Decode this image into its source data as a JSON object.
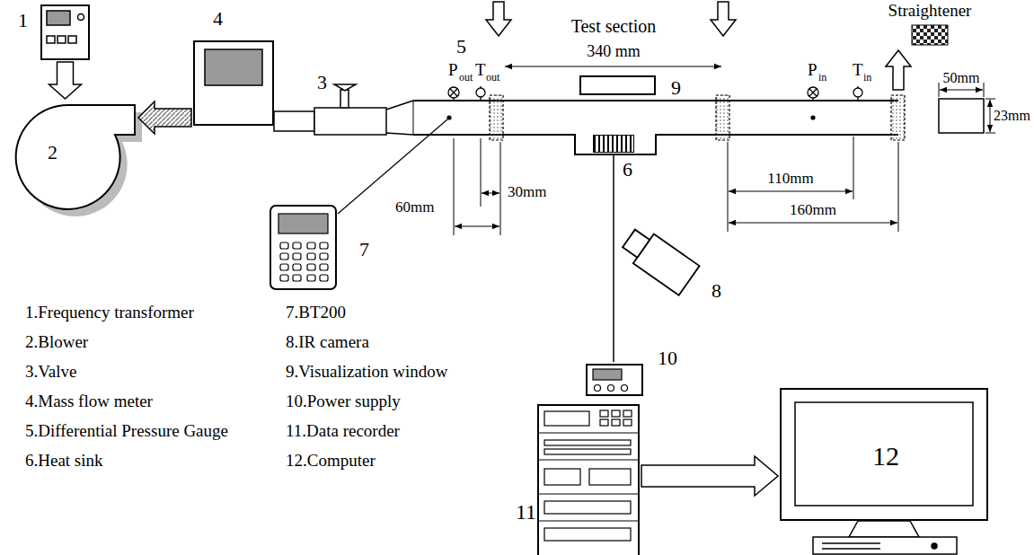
{
  "diagram": {
    "nodes": [
      {
        "text": [
          "1"
        ]
      },
      {
        "text": [
          "2"
        ]
      },
      {
        "text": [
          "4"
        ]
      },
      {
        "text": [
          "7"
        ]
      },
      {
        "text": [
          "9"
        ]
      },
      {
        "text": [
          "6"
        ]
      },
      {
        "text": [
          "8"
        ]
      },
      {
        "text": [
          "10"
        ]
      },
      {
        "text": [
          "11"
        ]
      },
      {
        "text": [
          "12"
        ]
      }
    ],
    "edges": [
      {
        "from": 0,
        "to": 1,
        "arrow": "to"
      },
      {
        "from": 2,
        "to": 1,
        "arrow": "to"
      },
      {
        "from": 5,
        "to": 7,
        "arrow": "none"
      },
      {
        "from": 8,
        "to": 9,
        "arrow": "to"
      }
    ],
    "labels": [
      "Test section",
      "340 mm",
      "Straightener",
      "50mm",
      "23mm",
      "5",
      "P",
      "out",
      "T",
      "out",
      "P",
      "in",
      "T",
      "in",
      "3",
      "30mm",
      "60mm",
      "110mm",
      "160mm",
      "1.Frequency transformer",
      "2.Blower",
      "3.Valve",
      "4.Mass flow meter",
      "5.Differential Pressure Gauge",
      "6.Heat sink",
      "7.BT200",
      "8.IR camera",
      "9.Visualization window",
      "10.Power supply",
      "11.Data recorder",
      "12.Computer"
    ]
  }
}
